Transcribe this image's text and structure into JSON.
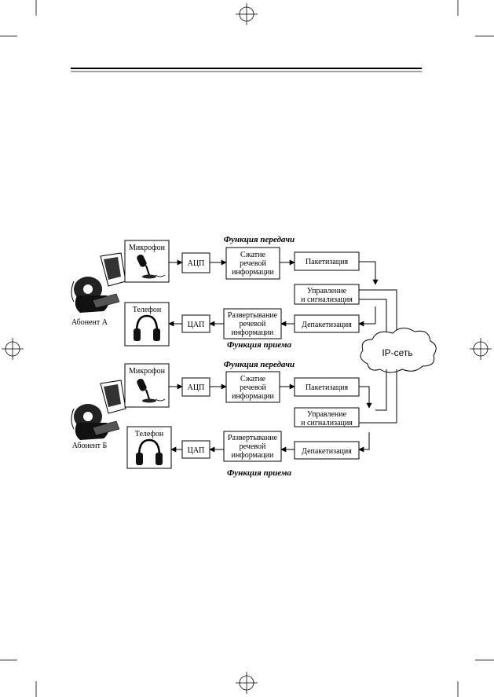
{
  "block_a": {
    "title_tx": "Функция передачи",
    "title_rx": "Функция приема",
    "subscriber": "Абонент А",
    "microphone": "Микрофон",
    "telephone": "Телефон",
    "adc": "АЦП",
    "dac": "ЦАП",
    "compress": [
      "Сжатие",
      "речевой",
      "информации"
    ],
    "expand": [
      "Развертывание",
      "речевой",
      "информации"
    ],
    "packetize": "Пакетизация",
    "depacketize": "Депакетизация",
    "control": [
      "Управление",
      "и сигнализация"
    ]
  },
  "block_b": {
    "title_tx": "Функция передачи",
    "title_rx": "Функция приема",
    "subscriber": "Абонент Б",
    "microphone": "Микрофон",
    "telephone": "Телефон",
    "adc": "АЦП",
    "dac": "ЦАП",
    "compress": [
      "Сжатие",
      "речевой",
      "информации"
    ],
    "expand": [
      "Развертывание",
      "речевой",
      "информации"
    ],
    "packetize": "Пакетизация",
    "depacketize": "Депакетизация",
    "control": [
      "Управление",
      "и сигнализация"
    ]
  },
  "network": "IP-сеть",
  "icons": {
    "person": "person-at-computer-icon",
    "mic": "microphone-icon",
    "phones": "headphones-icon",
    "cloud": "cloud-icon",
    "crop": "registration-mark-icon"
  },
  "colors": {
    "ink": "#000000",
    "paper": "#ffffff"
  }
}
